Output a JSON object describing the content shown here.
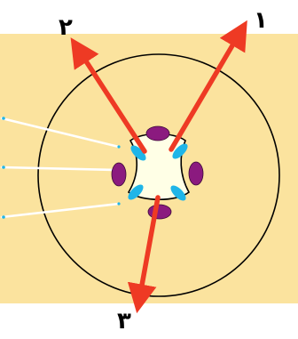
{
  "labels": {
    "arrow_1": "۱",
    "arrow_2": "۲",
    "arrow_3": "۳"
  },
  "colors": {
    "background_band": "#fbe39e",
    "outer_circle_stroke": "#000000",
    "cell_fill": "#ffffe6",
    "purple_bodies": "#8b1a7f",
    "blue_bodies": "#1fb5e8",
    "arrows": "#ee3a24",
    "spindle_lines": "#ffffff"
  },
  "icons": {
    "arrow": "red-arrow-icon"
  }
}
